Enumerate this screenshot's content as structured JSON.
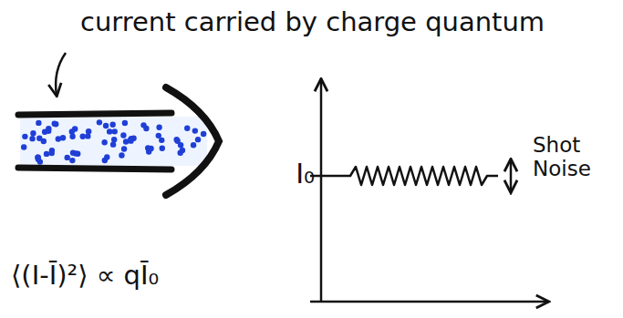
{
  "diagram": {
    "labels": [
      "current carried by charge quantum",
      "I₀",
      "Shot Noise",
      "⟨(I-Ī)²⟩ ∝ qĪ₀"
    ]
  }
}
